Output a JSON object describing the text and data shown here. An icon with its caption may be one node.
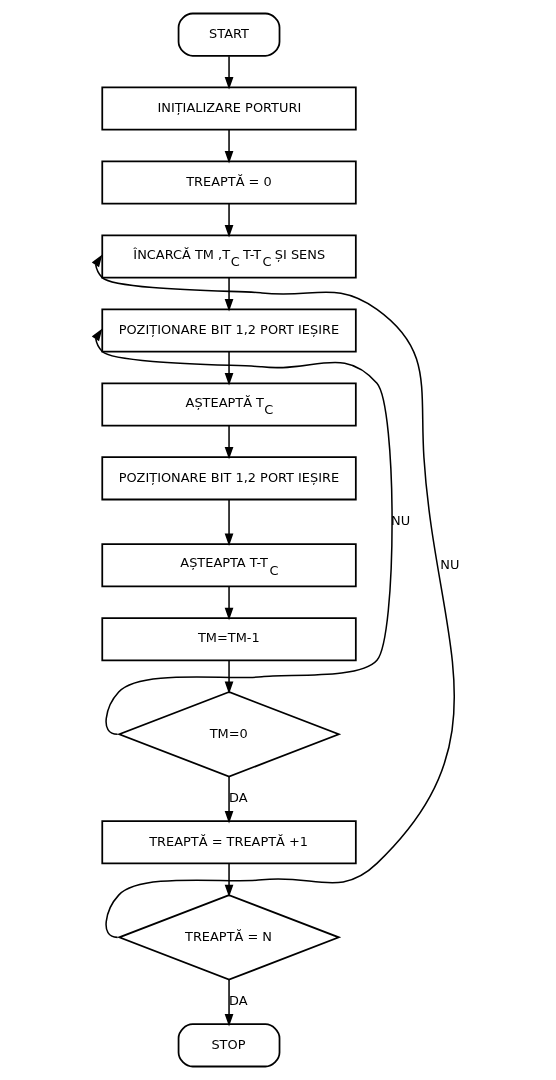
{
  "diagram": {
    "nodes": [
      {
        "text": [
          "START"
        ]
      },
      {
        "text": [
          "INIȚIALIZARE PORTURI"
        ]
      },
      {
        "text": [
          "TREAPTĂ = 0"
        ]
      },
      {
        "text": [
          "ÎNCARCĂ TM ,T$_{C}$ T-T$_{C}$ ȘI SENS"
        ]
      },
      {
        "text": [
          "POZIȚIONARE BIT 1,2 PORT IEȘIRE"
        ]
      },
      {
        "text": [
          "AȘTEAPTĂ T$_{C}$"
        ]
      },
      {
        "text": [
          "POZIȚIONARE BIT 1,2 PORT IEȘIRE"
        ]
      },
      {
        "text": [
          "AȘTEAPTA T-T$_{C}$"
        ]
      },
      {
        "text": [
          "TM=TM-1"
        ]
      },
      {
        "text": [
          "TM=0"
        ]
      },
      {
        "text": [
          "TREAPTĂ = TREAPTĂ +1"
        ]
      },
      {
        "text": [
          "TREAPTĂ = N"
        ]
      },
      {
        "text": [
          "STOP"
        ]
      }
    ],
    "edges": [
      {
        "from": 0,
        "to": 1,
        "arrow": "to"
      },
      {
        "from": 1,
        "to": 2,
        "arrow": "to"
      },
      {
        "from": 2,
        "to": 3,
        "arrow": "to"
      },
      {
        "from": 3,
        "to": 4,
        "arrow": "to"
      },
      {
        "from": 4,
        "to": 5,
        "arrow": "to"
      },
      {
        "from": 5,
        "to": 6,
        "arrow": "to"
      },
      {
        "from": 6,
        "to": 7,
        "arrow": "to"
      },
      {
        "from": 7,
        "to": 8,
        "arrow": "to"
      },
      {
        "from": 8,
        "to": 9,
        "arrow": "to"
      },
      {
        "from": 9,
        "to": 4,
        "arrow": "to",
        "label": "NU"
      },
      {
        "from": 9,
        "to": 10,
        "arrow": "to",
        "label": "DA"
      },
      {
        "from": 10,
        "to": 11,
        "arrow": "to"
      },
      {
        "from": 11,
        "to": 3,
        "arrow": "to",
        "label": "NU"
      },
      {
        "from": 11,
        "to": 12,
        "arrow": "to",
        "label": "DA"
      }
    ]
  }
}
